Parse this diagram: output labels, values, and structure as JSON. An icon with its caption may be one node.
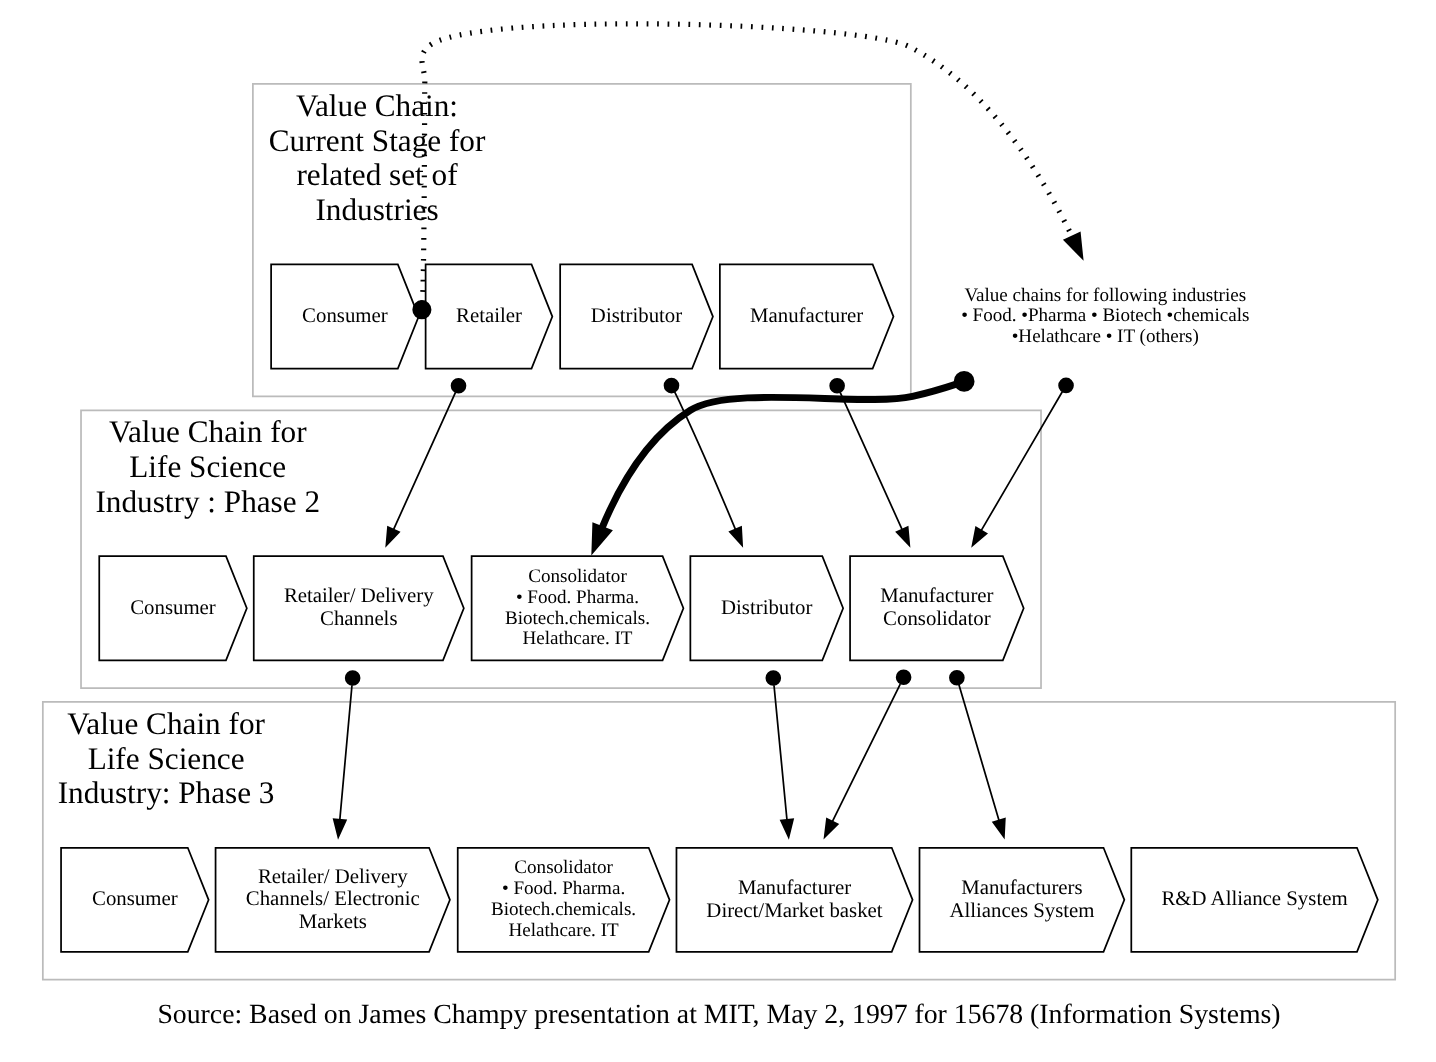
{
  "diagram": {
    "caption": "Source: Based on James Champy presentation at MIT, May 2, 1997 for 15678 (Information Systems)",
    "nodes": [
      {
        "text": [
          "Value Chain: Current Stage for related set of Industries"
        ]
      },
      {
        "text": [
          "Consumer"
        ],
        "in": 0
      },
      {
        "text": [
          "Retailer"
        ],
        "in": 0
      },
      {
        "text": [
          "Distributor"
        ],
        "in": 0
      },
      {
        "text": [
          "Manufacturer"
        ],
        "in": 0
      },
      {
        "text": [
          "Value chains for following industries",
          "• Food. •Pharma • Biotech •chemicals •Helathcare • IT (others)"
        ]
      },
      {
        "text": [
          "Value Chain for Life Science Industry : Phase 2"
        ]
      },
      {
        "text": [
          "Consumer"
        ],
        "in": 6
      },
      {
        "text": [
          "Retailer/ Delivery Channels"
        ],
        "in": 6
      },
      {
        "text": [
          "Consolidator",
          "• Food. Pharma. Biotech.chemicals. Helathcare. IT"
        ],
        "in": 6
      },
      {
        "text": [
          "Distributor"
        ],
        "in": 6
      },
      {
        "text": [
          "Manufacturer Consolidator"
        ],
        "in": 6
      },
      {
        "text": [
          "Value Chain for Life Science Industry: Phase 3"
        ]
      },
      {
        "text": [
          "Consumer"
        ],
        "in": 12
      },
      {
        "text": [
          "Retailer/ Delivery Channels/ Electronic Markets"
        ],
        "in": 12
      },
      {
        "text": [
          "Consolidator",
          "• Food. Pharma. Biotech.chemicals. Helathcare. IT"
        ],
        "in": 12
      },
      {
        "text": [
          "Manufacturer Direct/Market basket"
        ],
        "in": 12
      },
      {
        "text": [
          "Manufacturers Alliances System"
        ],
        "in": 12
      },
      {
        "text": [
          "R&D Alliance System"
        ],
        "in": 12
      }
    ],
    "edges": [
      {
        "from": 1,
        "to": 5,
        "arrow": "to",
        "style": "dashed"
      },
      {
        "from": 2,
        "to": 8,
        "arrow": "to"
      },
      {
        "from": 3,
        "to": 10,
        "arrow": "to"
      },
      {
        "from": 4,
        "to": 11,
        "arrow": "to"
      },
      {
        "from": 5,
        "to": 11,
        "arrow": "to"
      },
      {
        "from": 5,
        "to": 9,
        "arrow": "to",
        "style": "thick"
      },
      {
        "from": 8,
        "to": 14,
        "arrow": "to"
      },
      {
        "from": 10,
        "to": 16,
        "arrow": "to"
      },
      {
        "from": 11,
        "to": 16,
        "arrow": "to"
      },
      {
        "from": 11,
        "to": 17,
        "arrow": "to"
      }
    ]
  }
}
